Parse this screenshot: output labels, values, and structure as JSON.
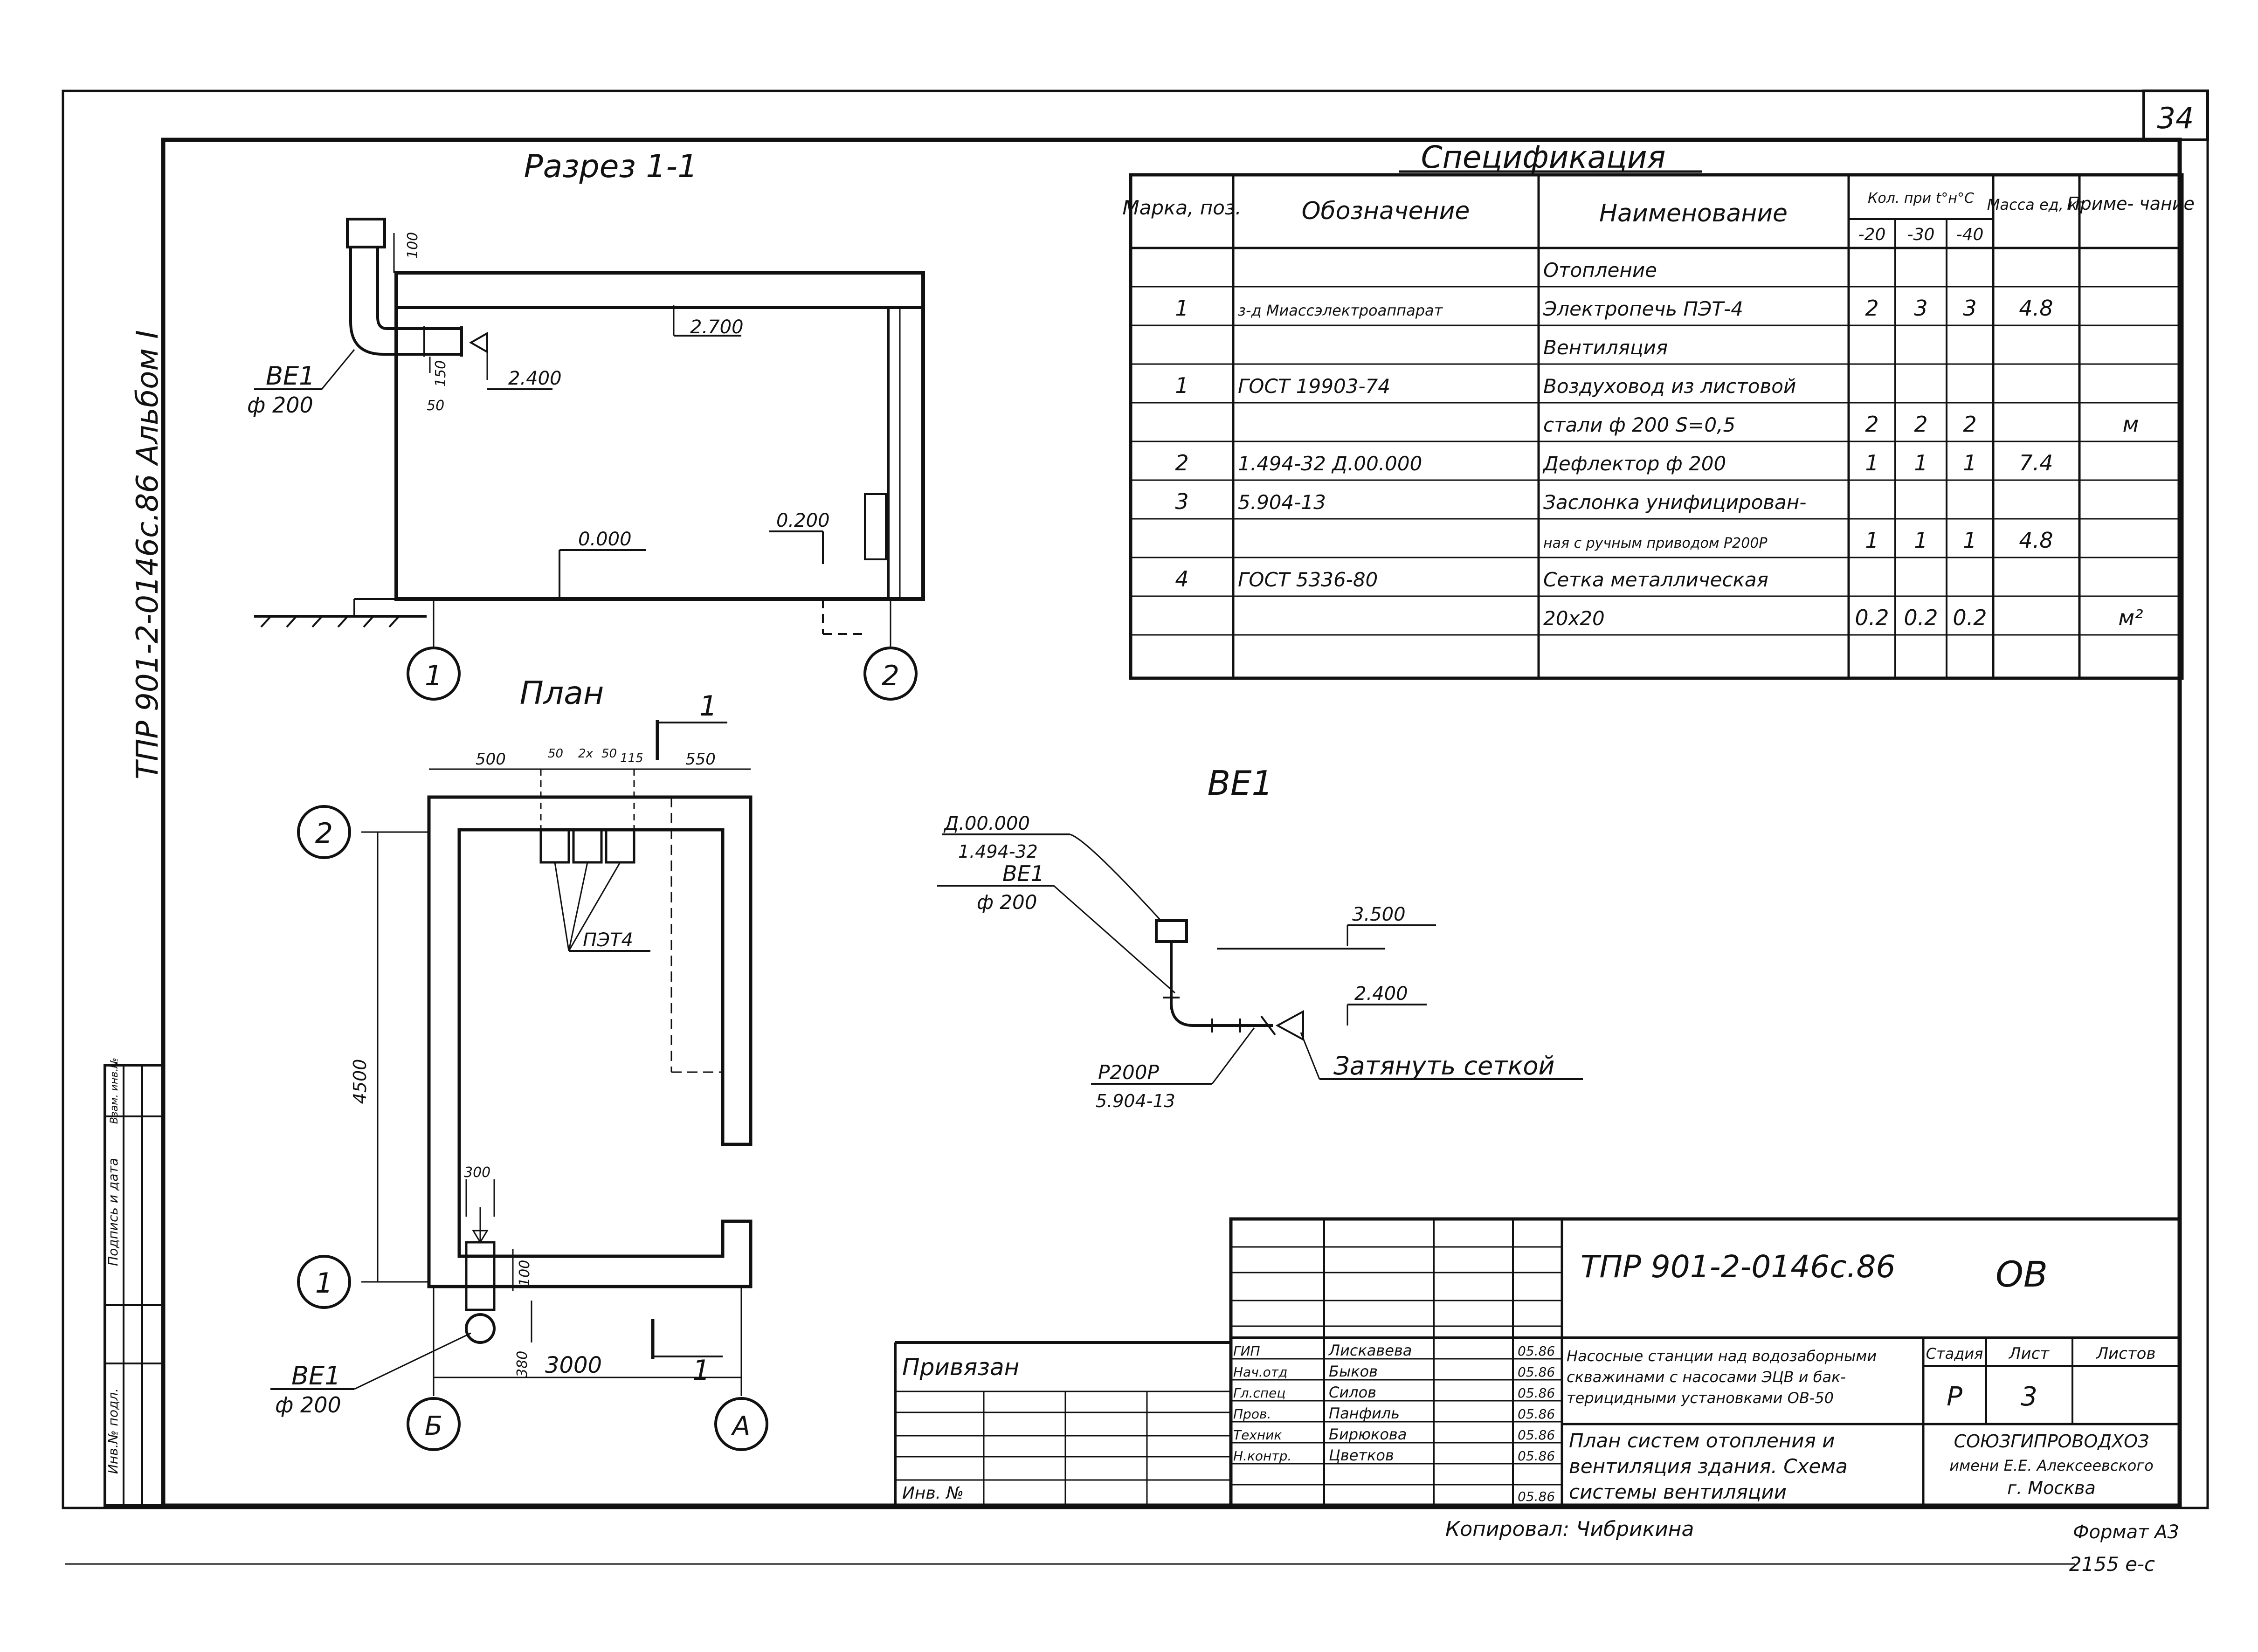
{
  "sheet_number": "34",
  "side_stamp": "ТПР 901-2-0146с.86 Альбом I",
  "left_strip": {
    "c1": "Инв.№ подл.",
    "c2": "Подпись и дата",
    "c3": "Взам. инв.№"
  },
  "section": {
    "title": "Разрез 1-1",
    "duct_label": "ВЕ1",
    "duct_dia": "ф 200",
    "d_top": "100",
    "d_50": "50",
    "d_150": "150",
    "elev_2700": "2.700",
    "elev_2400": "2.400",
    "elev_0000": "0.000",
    "elev_0200": "0.200",
    "axis_1": "1",
    "axis_2": "2"
  },
  "plan": {
    "title": "План",
    "d500": "500",
    "d50a": "50",
    "d2x": "2х",
    "d50b": "50",
    "d115": "115",
    "d550": "550",
    "d4500": "4500",
    "d3000": "3000",
    "d300": "300",
    "d100": "100",
    "d380": "380",
    "pet": "ПЭТ4",
    "cut": "1",
    "cut2": "1",
    "duct_label": "ВЕ1",
    "duct_dia": "ф 200",
    "axis_2": "2",
    "axis_1": "1",
    "axis_b": "Б",
    "axis_a": "А"
  },
  "scheme": {
    "title": "ВЕ1",
    "ref1": "Д.00.000",
    "ref2": "1.494-32",
    "label": "ВЕ1",
    "dia": "ф 200",
    "elev_3500": "3.500",
    "elev_2400": "2.400",
    "damper1": "Р200Р",
    "damper2": "5.904-13",
    "note": "Затянуть сеткой"
  },
  "spec": {
    "title": "Спецификация",
    "h_mark": "Марка, поз.",
    "h_desig": "Обозначение",
    "h_name": "Наименование",
    "h_qty": "Кол. при t°н°С",
    "h_q20": "-20",
    "h_q30": "-30",
    "h_q40": "-40",
    "h_mass": "Масса ед, кг",
    "h_note": "Приме- чание",
    "rows": [
      {
        "mark": "",
        "desig": "",
        "name": "Отопление",
        "q1": "",
        "q2": "",
        "q3": "",
        "mass": "",
        "note": ""
      },
      {
        "mark": "1",
        "desig": "з-д Миассэлектроаппарат",
        "name": "Электропечь ПЭТ-4",
        "q1": "2",
        "q2": "3",
        "q3": "3",
        "mass": "4.8",
        "note": ""
      },
      {
        "mark": "",
        "desig": "",
        "name": "Вентиляция",
        "q1": "",
        "q2": "",
        "q3": "",
        "mass": "",
        "note": ""
      },
      {
        "mark": "1",
        "desig": "ГОСТ 19903-74",
        "name": "Воздуховод из листовой",
        "q1": "",
        "q2": "",
        "q3": "",
        "mass": "",
        "note": ""
      },
      {
        "mark": "",
        "desig": "",
        "name": "стали ф 200  S=0,5",
        "q1": "2",
        "q2": "2",
        "q3": "2",
        "mass": "",
        "note": "м"
      },
      {
        "mark": "2",
        "desig": "1.494-32 Д.00.000",
        "name": "Дефлектор ф 200",
        "q1": "1",
        "q2": "1",
        "q3": "1",
        "mass": "7.4",
        "note": ""
      },
      {
        "mark": "3",
        "desig": "5.904-13",
        "name": "Заслонка унифицирован-",
        "q1": "",
        "q2": "",
        "q3": "",
        "mass": "",
        "note": ""
      },
      {
        "mark": "",
        "desig": "",
        "name": "ная с ручным приводом Р200Р",
        "q1": "1",
        "q2": "1",
        "q3": "1",
        "mass": "4.8",
        "note": ""
      },
      {
        "mark": "4",
        "desig": "ГОСТ 5336-80",
        "name": "Сетка металлическая",
        "q1": "",
        "q2": "",
        "q3": "",
        "mass": "",
        "note": ""
      },
      {
        "mark": "",
        "desig": "",
        "name": "20х20",
        "q1": "0.2",
        "q2": "0.2",
        "q3": "0.2",
        "mass": "",
        "note": "м²"
      }
    ]
  },
  "stamp": {
    "code": "ТПР 901-2-0146с.86",
    "mark": "ОВ",
    "privyazan": "Привязан",
    "inv": "Инв. №",
    "people": [
      {
        "role": "ГИП",
        "name": "Лискавева",
        "date": "05.86"
      },
      {
        "role": "Нач.отд",
        "name": "Быков",
        "date": "05.86"
      },
      {
        "role": "Гл.спец",
        "name": "Силов",
        "date": "05.86"
      },
      {
        "role": "Пров.",
        "name": "Панфиль",
        "date": "05.86"
      },
      {
        "role": "Техник",
        "name": "Бирюкова",
        "date": "05.86"
      },
      {
        "role": "Н.контр.",
        "name": "Цветков",
        "date": "05.86"
      }
    ],
    "date_extra": "05.86",
    "project1": "Насосные станции над водозаборными",
    "project2": "скважинами с насосами ЭЦВ и бак-",
    "project3": "терицидными установками ОВ-50",
    "sheet1": "План систем отопления и",
    "sheet2": "вентиляция здания. Схема",
    "sheet3": "системы вентиляции",
    "h_stage": "Стадия",
    "h_list": "Лист",
    "h_lists": "Листов",
    "stage": "Р",
    "list_no": "3",
    "org1": "СОЮЗГИПРОВОДХОЗ",
    "org2": "имени Е.Е. Алексеевского",
    "org3": "г. Москва"
  },
  "footer": {
    "copied": "Копировал: Чибрикина",
    "format": "Формат А3",
    "order": "2155 е-с"
  }
}
